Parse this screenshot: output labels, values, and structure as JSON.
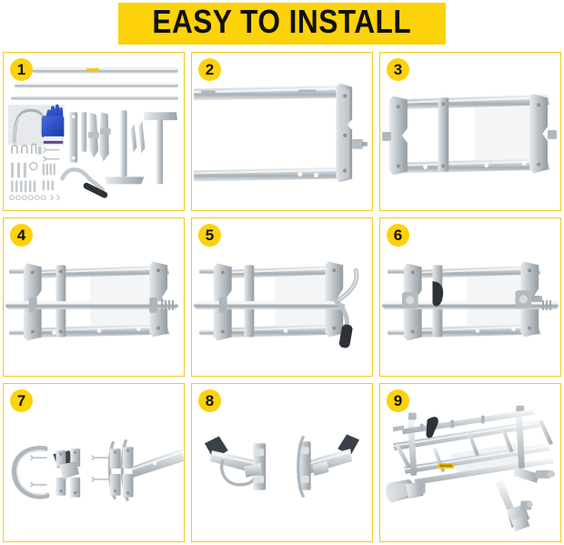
{
  "header": {
    "title": "EASY TO INSTALL",
    "banner_color": "#FCD20A",
    "text_color": "#111111"
  },
  "theme": {
    "border_color": "#F3C91C",
    "badge_color": "#FCD20A",
    "background": "#FFFFFF",
    "metal_light": "#EDEFF1",
    "metal_mid": "#BFC5CA",
    "metal_dark": "#8E969D",
    "glove_blue": "#2B4FC4",
    "grip_black": "#2E3136",
    "label_yellow": "#F5C400"
  },
  "grid": {
    "columns": 3,
    "rows": 3
  },
  "steps": [
    {
      "number": "1",
      "name": "parts-inventory",
      "description": "Unpack and lay out all parts: aluminum extrusion rails, work glove, U-handle, U-bolts, wrenches, bolts, screws, washers, brackets and T-bars"
    },
    {
      "number": "2",
      "name": "join-rails-to-end-bracket",
      "description": "Attach the two long guide rails to the right-hand vertical end bracket to form a C frame"
    },
    {
      "number": "3",
      "name": "complete-rectangular-frame",
      "description": "Fit the second end bracket and the vertical cross member to close the rectangular mill frame"
    },
    {
      "number": "4",
      "name": "install-depth-rod",
      "description": "Slide the horizontal threaded depth-adjustment rod through the frame uprights"
    },
    {
      "number": "5",
      "name": "attach-crank-handle",
      "description": "Attach the crank handle with black grip to the right side of the depth rod"
    },
    {
      "number": "6",
      "name": "fit-clamps-and-lever",
      "description": "Fit the bar clamps and the black lever handle onto the centre of the assembly"
    },
    {
      "number": "7",
      "name": "assemble-bar-clamp-brackets",
      "description": "Exploded view: U-bolt, rubber pad, mounting plates and bolts assembled onto the clamp arm"
    },
    {
      "number": "8",
      "name": "assembled-clamp-arms",
      "description": "Two finished clamp arms with black end caps shown from opposite sides"
    },
    {
      "number": "9",
      "name": "finished-chainsaw-mill",
      "description": "The fully assembled portable chainsaw mill shown in three-quarter perspective"
    }
  ]
}
